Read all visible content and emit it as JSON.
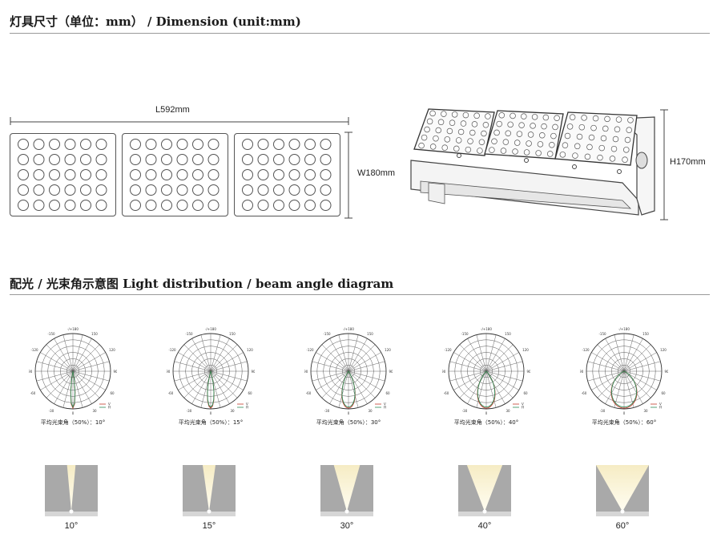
{
  "sections": {
    "dimension_title": "灯具尺寸（单位：mm） / Dimension (unit:mm)",
    "light_title": "配光 / 光束角示意图   Light distribution / beam angle diagram"
  },
  "dimensions": {
    "length": "L592mm",
    "width": "W180mm",
    "height": "H170mm"
  },
  "polar_axis": {
    "top": "-/+180",
    "upper_left": "-150",
    "upper_right": "150",
    "left_upper": "-120",
    "right_upper": "120",
    "left_mid": "-90",
    "right_mid": "90",
    "left_lower": "-60",
    "right_lower": "60",
    "bottom_left": "-30",
    "bottom_right": "30",
    "bottom": "0",
    "legend_v": "V",
    "legend_h": "H"
  },
  "beams": [
    {
      "caption": "平均光束角（50%）：10°",
      "label": "10°",
      "angle": 10
    },
    {
      "caption": "平均光束角（50%）：15°",
      "label": "15°",
      "angle": 15
    },
    {
      "caption": "平均光束角（50%）：30°",
      "label": "30°",
      "angle": 30
    },
    {
      "caption": "平均光束角（50%）：40°",
      "label": "40°",
      "angle": 40
    },
    {
      "caption": "平均光束角（50%）：60°",
      "label": "60°",
      "angle": 60
    }
  ],
  "colors": {
    "curve_v": "#c0392b",
    "curve_h": "#2e8b57",
    "beam_light": "#f6ecc4",
    "beam_bg": "#a9a9a9",
    "floor": "#d6d6d6"
  }
}
